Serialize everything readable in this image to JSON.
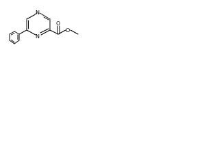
{
  "molecule": {
    "atoms": {
      "n_top": "N",
      "n_bottom": "N",
      "o_carbonyl": "O",
      "o_ester": "O"
    }
  }
}
